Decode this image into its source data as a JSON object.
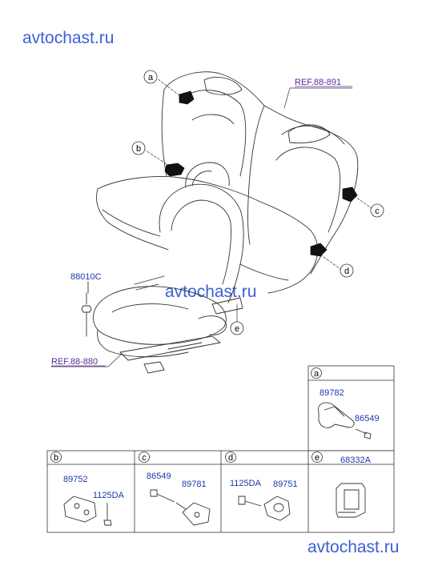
{
  "watermarks": [
    "avtochast.ru",
    "avtochast.ru",
    "avtochast.ru"
  ],
  "refs": {
    "rear_seat": "REF.88-891",
    "front_seat": "REF.88-880"
  },
  "main_parts": {
    "bolt": "88010C"
  },
  "callouts": [
    "a",
    "b",
    "c",
    "d",
    "e"
  ],
  "detail_boxes": {
    "a": {
      "letter": "a",
      "parts": [
        "89782",
        "86549"
      ]
    },
    "b": {
      "letter": "b",
      "parts": [
        "89752",
        "1125DA"
      ]
    },
    "c": {
      "letter": "c",
      "parts": [
        "86549",
        "89781"
      ]
    },
    "d": {
      "letter": "d",
      "parts": [
        "1125DA",
        "89751"
      ]
    },
    "e": {
      "letter": "e",
      "parts": [
        "68332A"
      ]
    }
  }
}
